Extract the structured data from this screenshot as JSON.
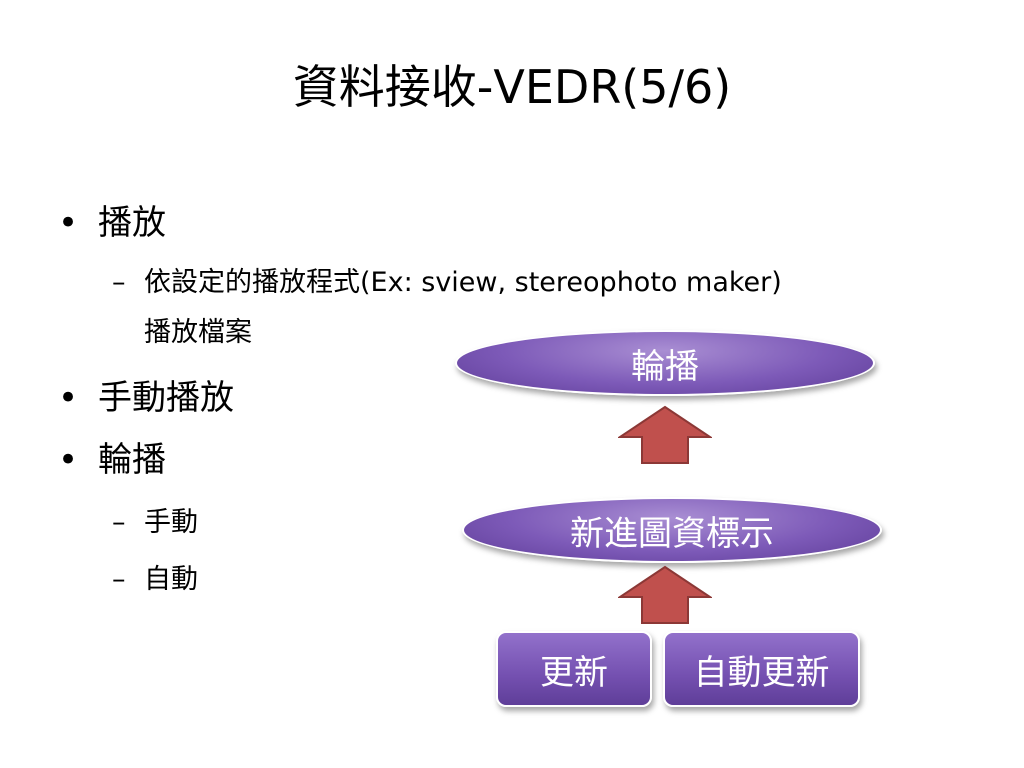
{
  "slide": {
    "title": "資料接收-VEDR(5/6)",
    "bullets": [
      {
        "mark": "•",
        "text": "播放"
      },
      {
        "mark": "–",
        "text_line1": "依設定的播放程式(Ex: sview, stereophoto maker)",
        "text_line2": "播放檔案"
      },
      {
        "mark": "•",
        "text": "手動播放"
      },
      {
        "mark": "•",
        "text": "輪播"
      },
      {
        "mark": "–",
        "text": "手動"
      },
      {
        "mark": "–",
        "text": "自動"
      }
    ]
  },
  "diagram": {
    "top_node": "輪播",
    "middle_node": "新進圖資標示",
    "bottom_left": "更新",
    "bottom_right": "自動更新",
    "colors": {
      "node_purple": "#7d5ab8",
      "arrow_red": "#c0504d",
      "arrow_border": "#8c3836"
    }
  }
}
